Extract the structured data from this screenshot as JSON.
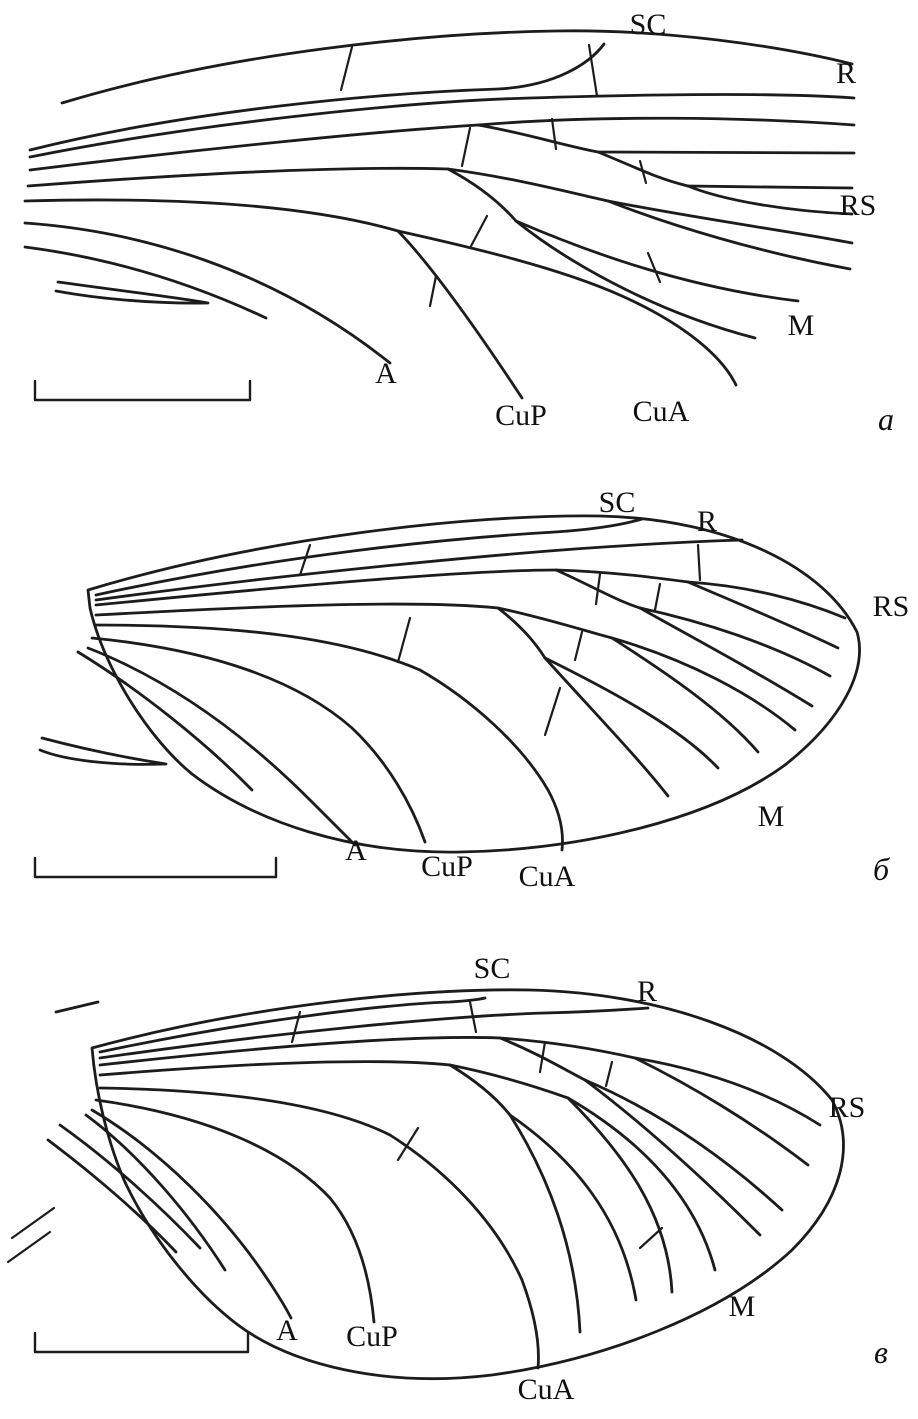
{
  "figure": {
    "background_color": "#ffffff",
    "line_color": "#1c1c1c",
    "description": "Three insect wing venation line drawings labeled a, b, v (Cyrillic), each with vein labels and a scale bar",
    "panels": [
      {
        "panel_letter": "а",
        "vein_labels": {
          "sc": "SC",
          "r": "R",
          "rs": "RS",
          "m": "M",
          "a": "A",
          "cup": "CuP",
          "cua": "CuA"
        }
      },
      {
        "panel_letter": "б",
        "vein_labels": {
          "sc": "SC",
          "r": "R",
          "rs": "RS",
          "m": "M",
          "a": "A",
          "cup": "CuP",
          "cua": "CuA"
        }
      },
      {
        "panel_letter": "в",
        "vein_labels": {
          "sc": "SC",
          "r": "R",
          "rs": "RS",
          "m": "M",
          "a": "A",
          "cup": "CuP",
          "cua": "CuA"
        }
      }
    ]
  }
}
